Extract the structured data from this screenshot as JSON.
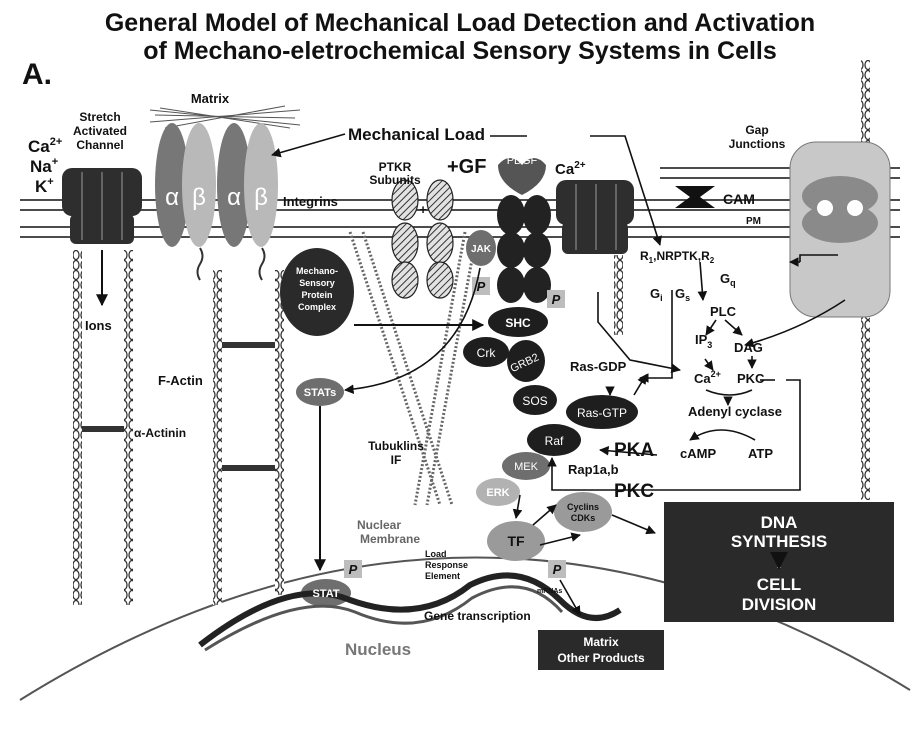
{
  "title_line1": "General Model of Mechanical Load Detection and Activation",
  "title_line2": "of Mechano-eletrochemical Sensory Systems in Cells",
  "panel_label": "A.",
  "labels": {
    "ions_left": [
      "Ca",
      "Na",
      "K"
    ],
    "stretch": [
      "Stretch",
      "Activated",
      "Channel"
    ],
    "matrix": "Matrix",
    "alpha": "α",
    "beta": "β",
    "integrins": "Integrins",
    "mechanical_load": "Mechanical Load",
    "ptkr": [
      "PTKR",
      "Subunits"
    ],
    "plus": "+",
    "gf": "+GF",
    "pdgf": "PDGF",
    "ca2_right": "Ca",
    "gap": [
      "Gap",
      "Junctions"
    ],
    "cam": "CAM",
    "pm": "PM",
    "ions": "Ions",
    "mspc": [
      "Mechano-",
      "Sensory",
      "Protein",
      "Complex"
    ],
    "jak": "JAK",
    "p": "P",
    "shc": "SHC",
    "crk": "Crk",
    "grb2": "GRB2",
    "r1": "R",
    "nrptk": ",NRPTK,R",
    "gq": "G",
    "gi": "G",
    "gs": "G",
    "plc": "PLC",
    "ip3": "IP",
    "dag": "DAG",
    "ca2_mid": "Ca",
    "pkc_small": "PKC",
    "factin": "F-Actin",
    "actinin": "α-Actinin",
    "stats": "STATs",
    "rasgdp": "Ras-GDP",
    "sos": "SOS",
    "rasgtp": "Ras-GTP",
    "adenyl": "Adenyl cyclase",
    "tubuklins": [
      "Tubuklins",
      "IF"
    ],
    "raf": "Raf",
    "pka": "PKA",
    "camp": "cAMP",
    "atp": "ATP",
    "mek": "MEK",
    "rap": "Rap1a,b",
    "erk": "ERK",
    "pkc_big": "PKC",
    "cyclins": [
      "Cyclins",
      "CDKs"
    ],
    "dna_box": [
      "DNA",
      "SYNTHESIS",
      "CELL",
      "DIVISION"
    ],
    "nuclear_membrane": [
      "Nuclear",
      "Membrane"
    ],
    "lre": [
      "Load",
      "Response",
      "Element"
    ],
    "tf": "TF",
    "mrnas": "mRNAs",
    "stat": "STAT",
    "gene_transcription": "Gene transcription",
    "nucleus": "Nucleus",
    "matrix_products": [
      "Matrix",
      "Other Products"
    ]
  },
  "colors": {
    "ink": "#111111",
    "dark": "#2a2a2a",
    "mid": "#6b6b6b",
    "light": "#a8a8a8",
    "pale": "#d0d0d0"
  }
}
